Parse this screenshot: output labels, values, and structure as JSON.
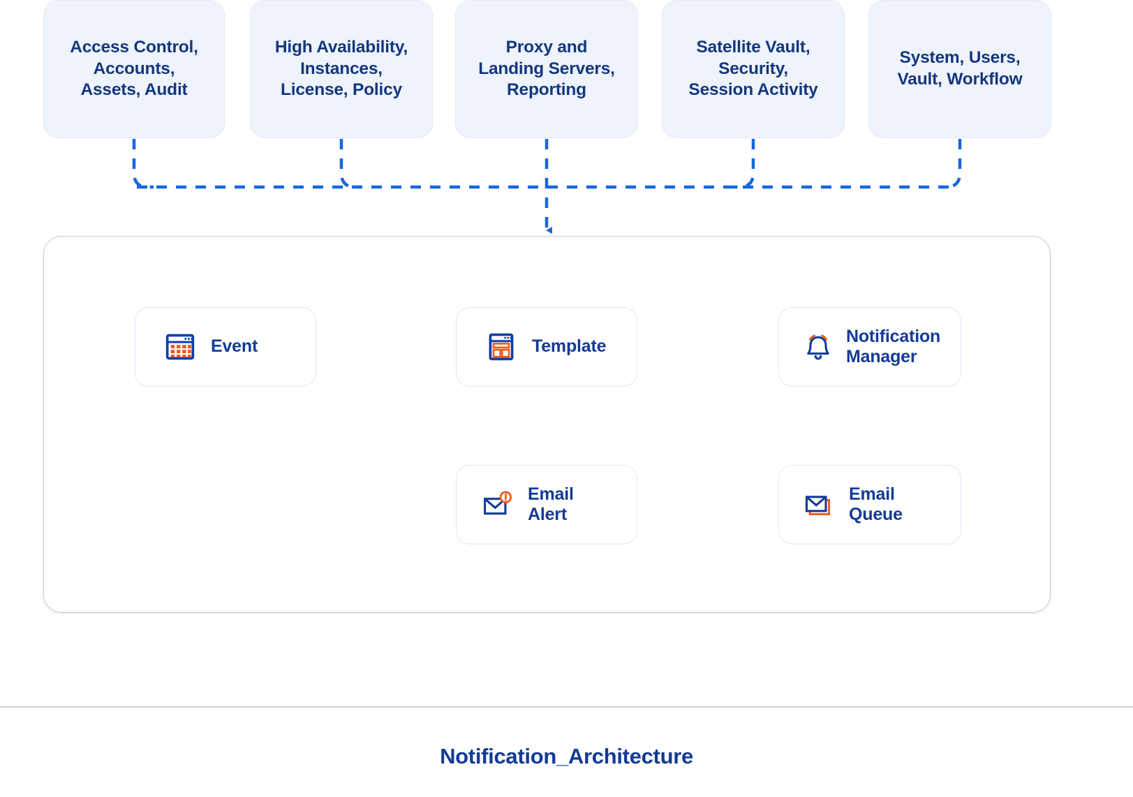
{
  "colors": {
    "brand_blue": "#133b96",
    "dark_navy": "#14377d",
    "accent_orange": "#f1571c",
    "line_blue": "#1767e0",
    "box_fill": "#eef3fc",
    "card_border": "#dde6f6",
    "container_border": "#c9ccd1"
  },
  "sources": [
    {
      "id": "access-control",
      "label": "Access Control,\nAccounts,\nAssets, Audit"
    },
    {
      "id": "high-availability",
      "label": "High Availability,\nInstances,\nLicense, Policy"
    },
    {
      "id": "proxy-landing",
      "label": "Proxy and\nLanding Servers,\nReporting"
    },
    {
      "id": "satellite-vault",
      "label": "Satellite Vault,\nSecurity,\nSession Activity"
    },
    {
      "id": "system-users",
      "label": "System, Users,\nVault, Workflow"
    }
  ],
  "flow": {
    "nodes": [
      {
        "id": "event",
        "label": "Event",
        "icon": "calendar-window-icon"
      },
      {
        "id": "template",
        "label": "Template",
        "icon": "template-window-icon"
      },
      {
        "id": "notification-manager",
        "label": "Notification\nManager",
        "icon": "bell-icon"
      },
      {
        "id": "email-alert",
        "label": "Email\nAlert",
        "icon": "email-alert-icon"
      },
      {
        "id": "email-queue",
        "label": "Email\nQueue",
        "icon": "email-queue-icon"
      }
    ],
    "edges": [
      {
        "from": "sources",
        "to": "flow-container",
        "style": "dashed",
        "direction": "down"
      },
      {
        "from": "event",
        "to": "template",
        "style": "dashed",
        "direction": "right"
      },
      {
        "from": "template",
        "to": "notification-manager",
        "style": "dashed",
        "direction": "right"
      },
      {
        "from": "email-queue",
        "to": "email-alert",
        "style": "dashed",
        "direction": "left"
      }
    ]
  },
  "caption": {
    "title": "Notification_Architecture"
  }
}
